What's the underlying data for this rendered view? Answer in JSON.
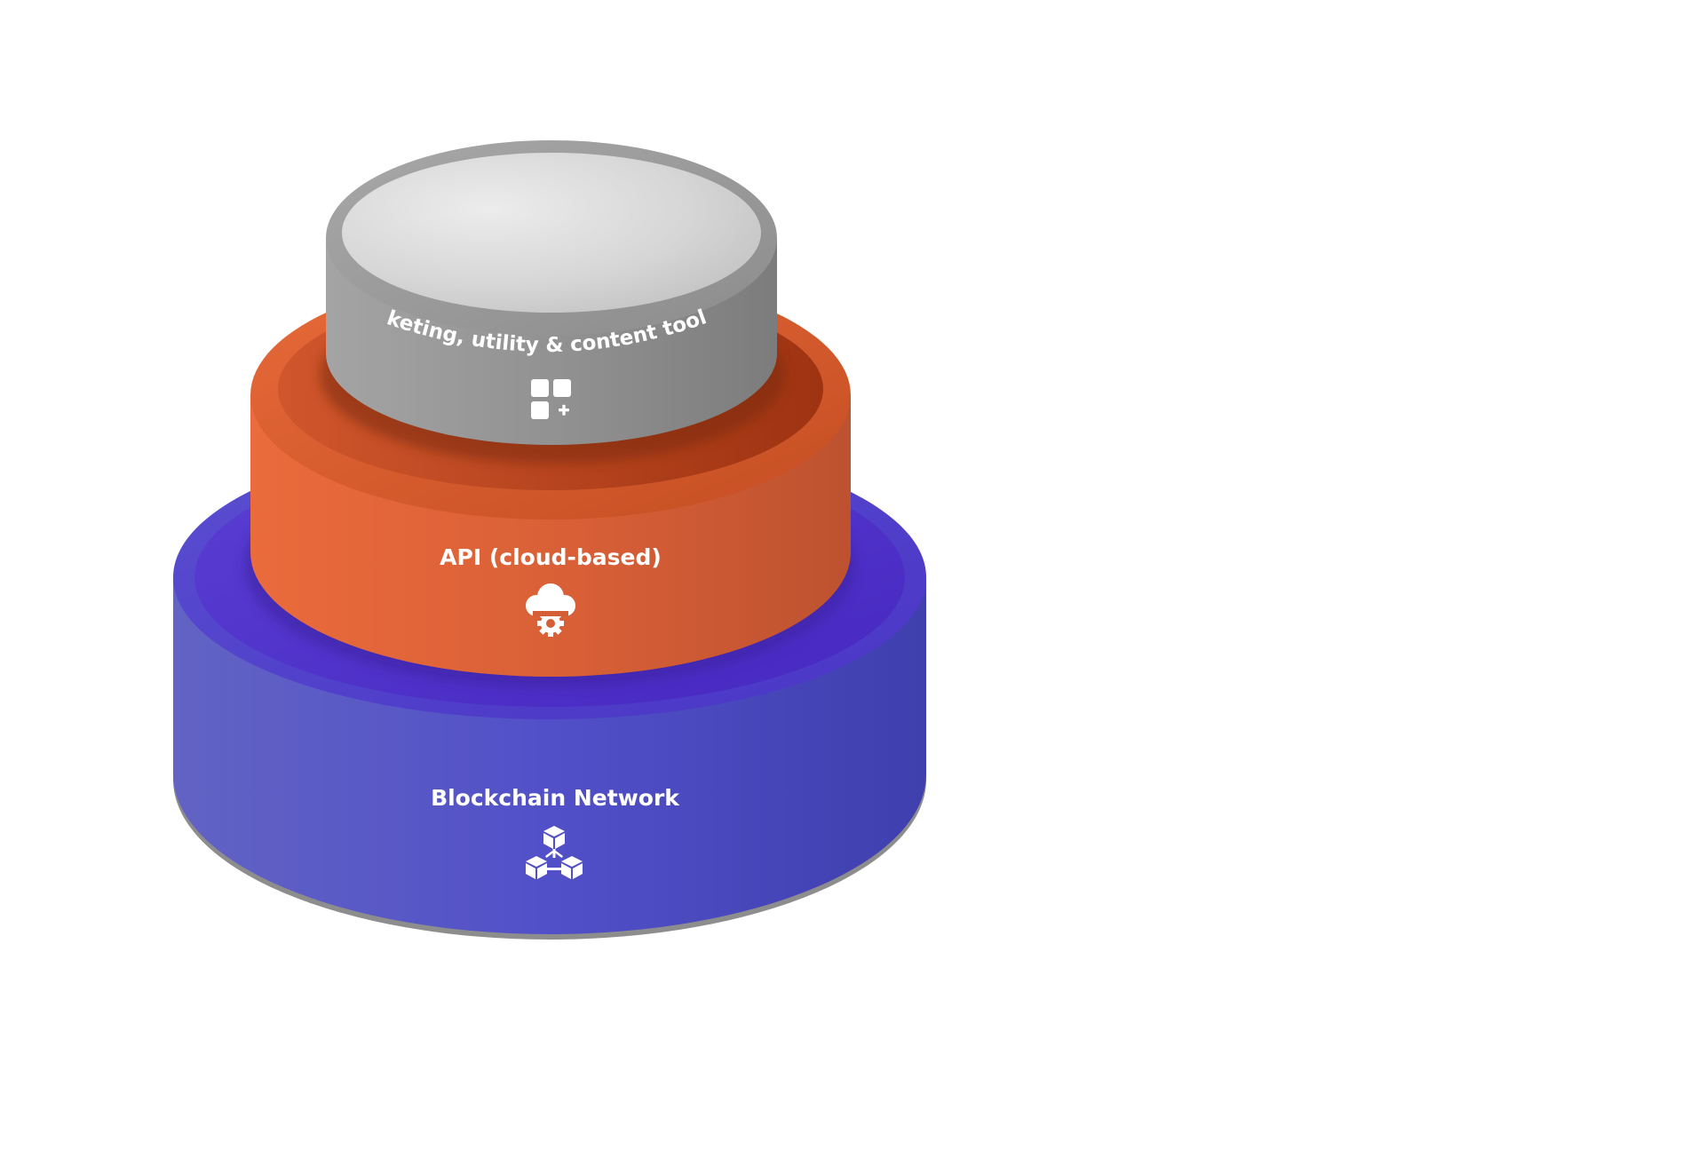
{
  "layers": [
    {
      "key": "blockchain",
      "label": "Blockchain Network",
      "icon": "blockchain-cubes-icon",
      "color": "#5258c8"
    },
    {
      "key": "api",
      "label": "API (cloud-based)",
      "icon": "cloud-gear-icon",
      "color": "#e2623a"
    },
    {
      "key": "tools",
      "label": "Ticketing, utility & content tools *",
      "icon": "app-grid-plus-icon",
      "color": "#8a8a8a"
    }
  ]
}
